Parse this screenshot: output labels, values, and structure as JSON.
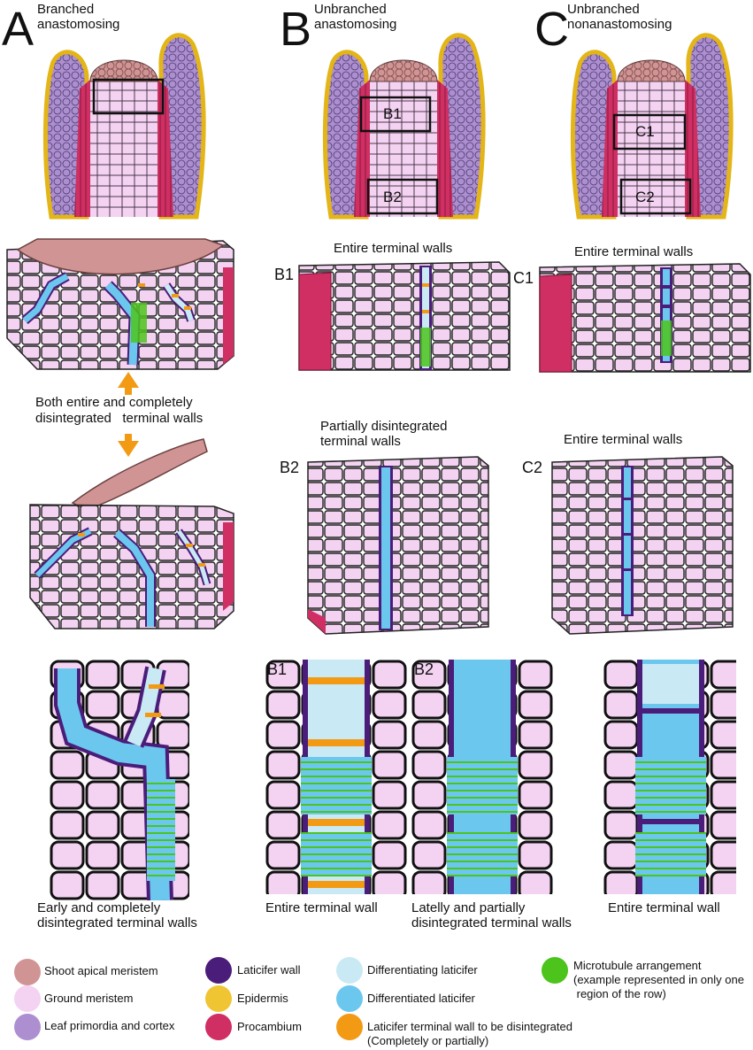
{
  "colA": {
    "letter": "A",
    "title": "Branched\nanastomosing"
  },
  "colB": {
    "letter": "B",
    "title": "Unbranched\nanastomosing",
    "box1": "B1",
    "box2": "B2"
  },
  "colC": {
    "letter": "C",
    "title": "Unbranched\nnonanastomosing",
    "box1": "C1",
    "box2": "C2"
  },
  "panels": {
    "b1_title": "Entire terminal walls",
    "b1_tag": "B1",
    "c1_title": "Entire terminal walls",
    "c1_tag": "C1",
    "b2_title": "Partially disintegrated\nterminal walls",
    "b2_tag": "B2",
    "c2_title": "Entire terminal walls",
    "c2_tag": "C2",
    "a_mid": "Both entire and completely\ndisintegrated   terminal walls"
  },
  "details": {
    "a_cap": "Early and completely\ndisintegrated terminal walls",
    "b1_tag": "B1",
    "b1_cap": "Entire terminal wall",
    "b2_tag": "B2",
    "b2_cap": "Latelly and partially\ndisintegrated terminal walls",
    "c_cap": "Entire terminal wall"
  },
  "legend": {
    "items": [
      {
        "label": "Shoot apical meristem",
        "color": "#d19494"
      },
      {
        "label": "Ground meristem",
        "color": "#f4d2f2"
      },
      {
        "label": "Leaf primordia and cortex",
        "color": "#ad8fd1"
      },
      {
        "label": "Laticifer wall",
        "color": "#4b1d7a"
      },
      {
        "label": "Epidermis",
        "color": "#f0c533"
      },
      {
        "label": "Procambium",
        "color": "#cf2f62"
      },
      {
        "label": "Differentiating laticifer",
        "color": "#c9eaf4"
      },
      {
        "label": "Differentiated laticifer",
        "color": "#6cc7ef"
      },
      {
        "label": "Laticifer terminal wall to be disintegrated\n(Completely or partially)",
        "color": "#f39a15"
      },
      {
        "label": "Microtubule arrangement\n(example represented in only one\n region of the row)",
        "color": "#4cc41c"
      }
    ]
  },
  "colors": {
    "meristem": "#d19494",
    "ground": "#f4d2f2",
    "leaf": "#ad8fd1",
    "wall": "#4b1d7a",
    "epi": "#f0c533",
    "proc": "#cf2f62",
    "diffing": "#c9eaf4",
    "diffed": "#6cc7ef",
    "orange": "#f39a15",
    "green": "#4cc41c",
    "arrow": "#f39a15"
  }
}
